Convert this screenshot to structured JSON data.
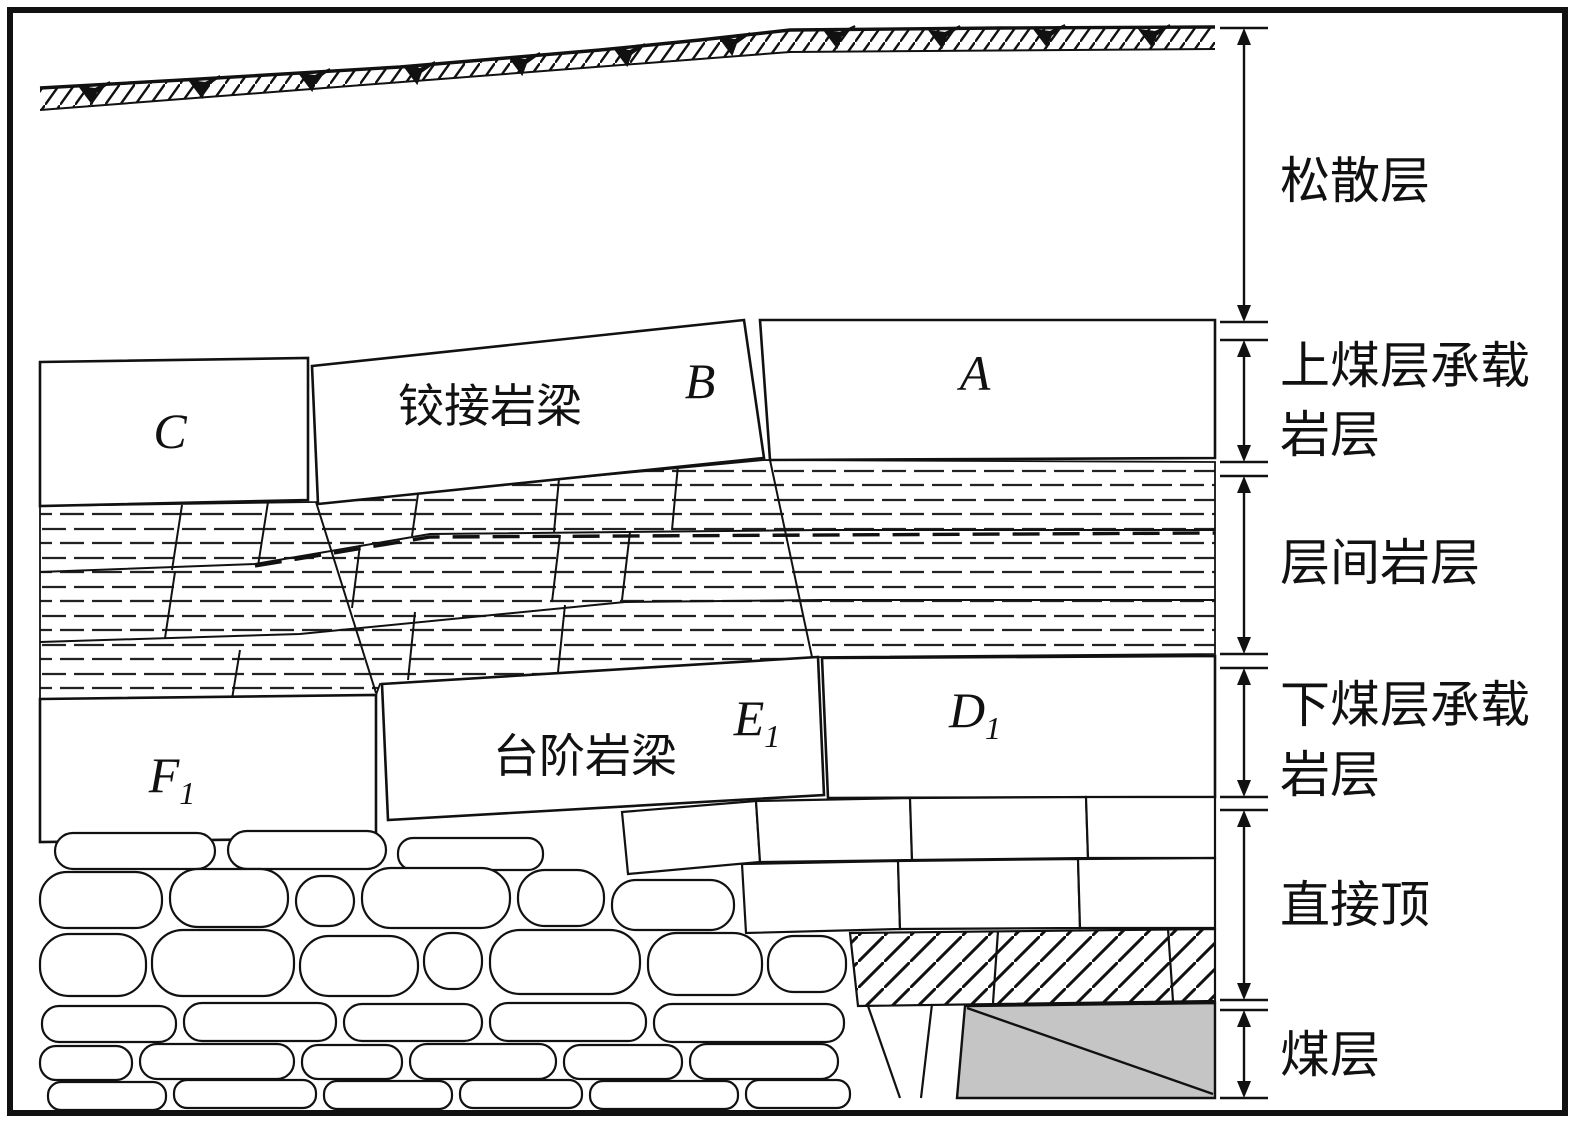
{
  "diagram": {
    "blocks": {
      "c": "C",
      "b": "B",
      "a": "A",
      "hinged_beam": "铰接岩梁",
      "f": "F",
      "f_sub": "1",
      "e": "E",
      "e_sub": "1",
      "d": "D",
      "d_sub": "1",
      "step_beam": "台阶岩梁"
    },
    "legend": {
      "loose_layer": "松散层",
      "upper_bearing_line1": "上煤层承载",
      "upper_bearing_line2": "岩层",
      "interlayer": "层间岩层",
      "lower_bearing_line1": "下煤层承载",
      "lower_bearing_line2": "岩层",
      "immediate_roof": "直接顶",
      "coal_seam": "煤层"
    },
    "colors": {
      "line": "#111111",
      "coal_fill": "#c5c5c5",
      "background": "#ffffff"
    }
  }
}
